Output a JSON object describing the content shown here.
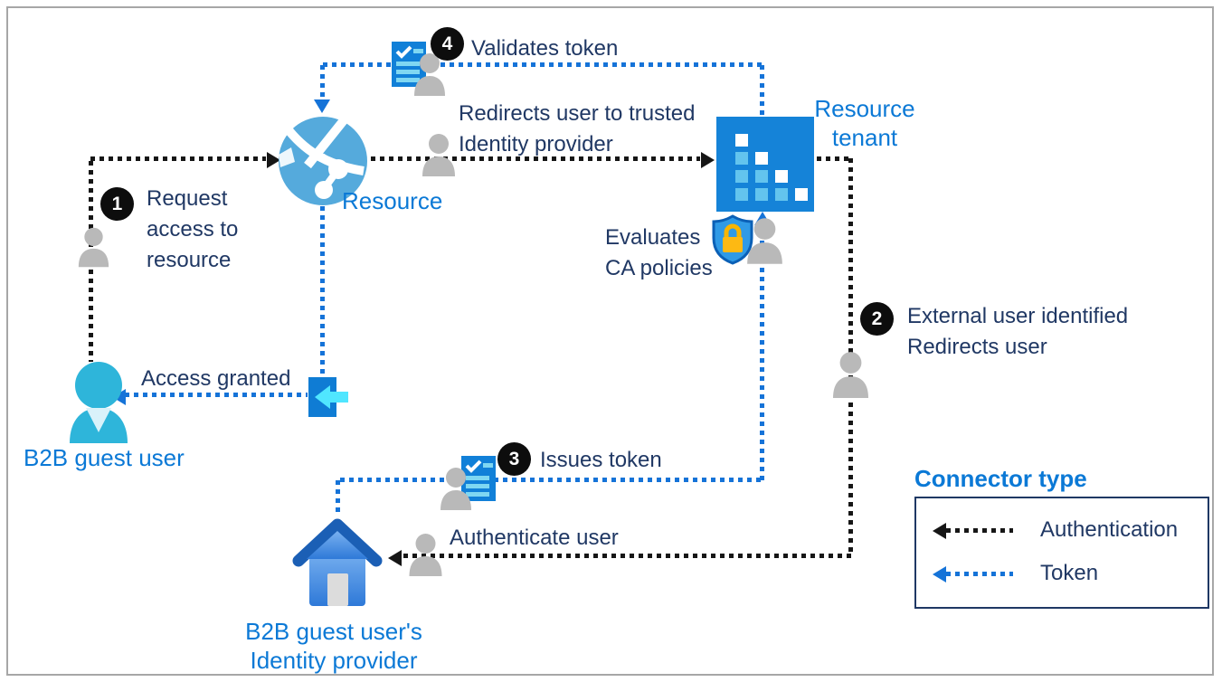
{
  "nodes": {
    "resource": {
      "label": "Resource"
    },
    "resource_tenant": {
      "label": "Resource\ntenant"
    },
    "guest_user": {
      "label": "B2B guest user"
    },
    "identity_provider": {
      "label": "B2B guest user's\nIdentity provider"
    }
  },
  "steps": {
    "s1": {
      "number": "1",
      "text": "Request\naccess to\nresource"
    },
    "s2": {
      "number": "2",
      "text": "External user identified\nRedirects user"
    },
    "s3": {
      "number": "3",
      "text": "Issues token"
    },
    "s4": {
      "number": "4",
      "text": "Validates token"
    }
  },
  "annotations": {
    "redirects": "Redirects user to trusted\nIdentity provider",
    "evaluates": "Evaluates\nCA policies",
    "access_granted": "Access granted",
    "authenticate": "Authenticate user"
  },
  "legend": {
    "title": "Connector type",
    "items": [
      {
        "label": "Authentication",
        "connector_color": "#161616"
      },
      {
        "label": "Token",
        "connector_color": "#1573d8"
      }
    ]
  },
  "icons": {
    "resource": "globe-network-icon",
    "resource_tenant": "tenant-squares-icon",
    "guest_user": "person-icon",
    "identity_provider": "house-icon",
    "policy": "shield-lock-icon",
    "token": "token-checklist-icon",
    "access": "door-signin-icon",
    "actor": "gray-person-icon"
  },
  "colors": {
    "accent_blue": "#0b79d6",
    "dark_navy": "#203864",
    "token_line": "#1573d8",
    "auth_line": "#161616",
    "frame_border": "#a7a7a7"
  }
}
